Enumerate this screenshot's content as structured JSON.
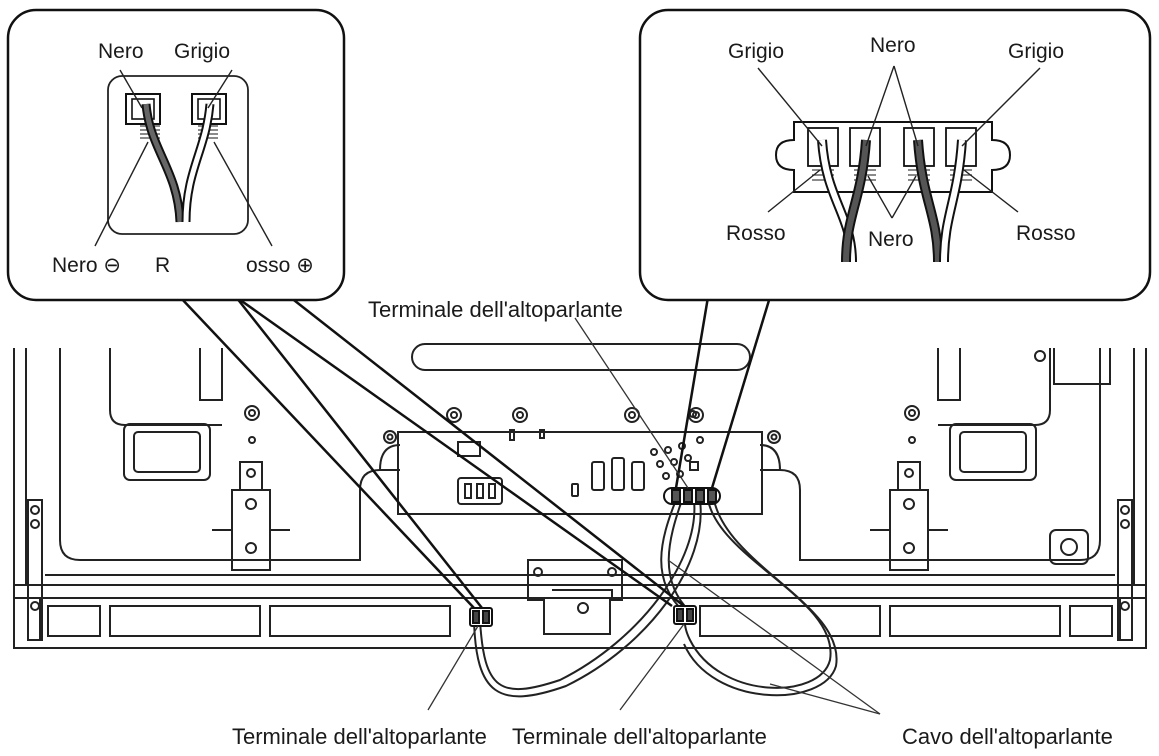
{
  "left_callout": {
    "top_left": "Nero",
    "top_right": "Grigio",
    "bottom_left": "Nero ⊖",
    "bottom_mid": "R",
    "bottom_right": "osso ⊕"
  },
  "right_callout": {
    "top_left": "Grigio",
    "top_mid": "Nero",
    "top_right": "Grigio",
    "bottom_left": "Rosso",
    "bottom_mid": "Nero",
    "bottom_right": "Rosso"
  },
  "labels": {
    "main_terminal": "Terminale dell'altoparlante",
    "bottom_terminal_left": "Terminale dell'altoparlante",
    "bottom_terminal_right": "Terminale dell'altoparlante",
    "speaker_cable": "Cavo dell'altoparlante"
  }
}
